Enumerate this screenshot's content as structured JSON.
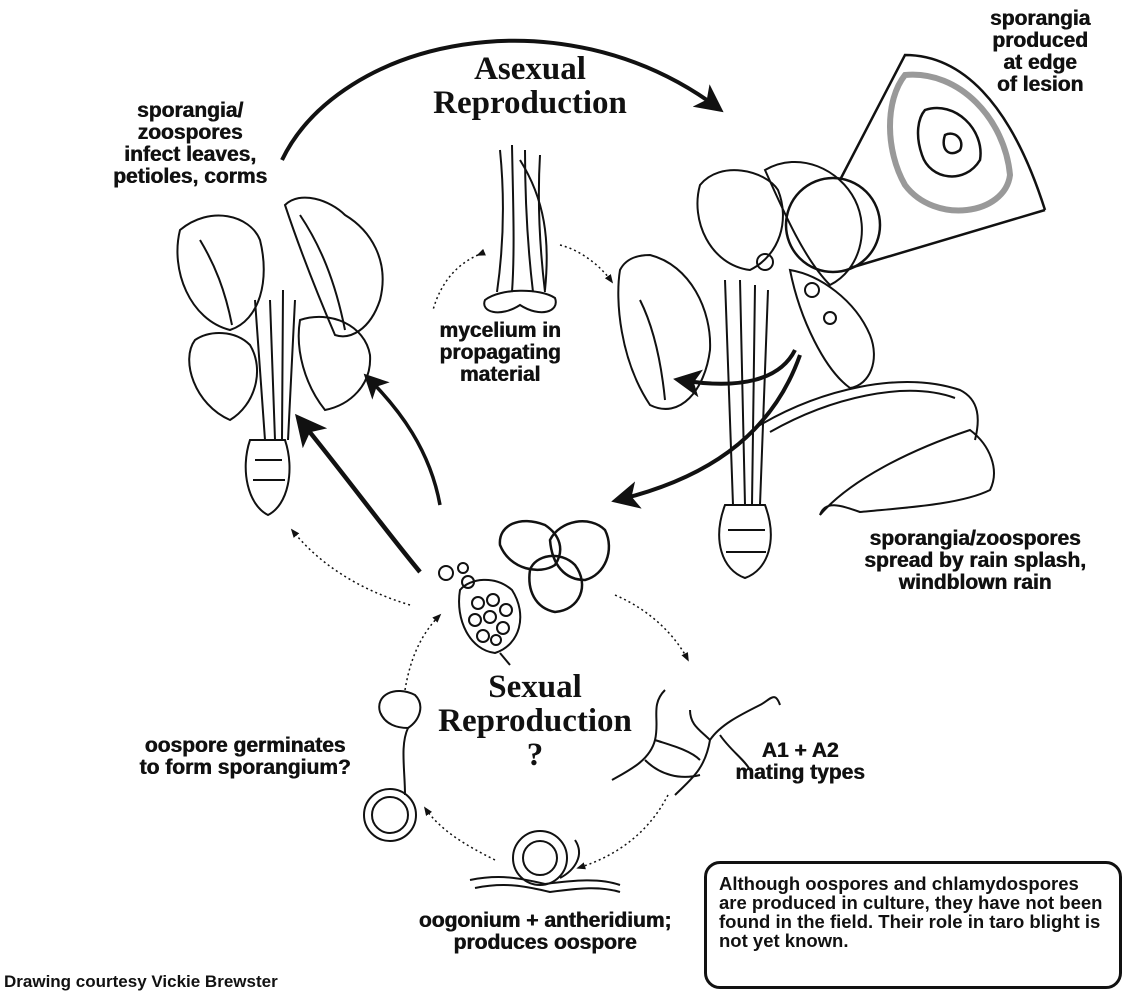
{
  "titles": {
    "asexual": [
      "Asexual",
      "Reproduction"
    ],
    "sexual": [
      "Sexual",
      "Reproduction",
      "?"
    ]
  },
  "labels": {
    "infect": [
      "sporangia/",
      "zoospores",
      "infect leaves,",
      "petioles, corms"
    ],
    "lesion": [
      "sporangia",
      "produced",
      "at edge",
      "of lesion"
    ],
    "mycelium": [
      "mycelium in",
      "propagating",
      "material"
    ],
    "spread": [
      "sporangia/zoospores",
      "spread by rain splash,",
      "windblown rain"
    ],
    "germinate": [
      "oospore germinates",
      "to form sporangium?"
    ],
    "mating": [
      "A1 + A2",
      "mating types"
    ],
    "oogonium": [
      "oogonium + antheridium;",
      "produces oospore"
    ]
  },
  "note": "Although oospores and chlamydospores are produced in culture, they have not been found in the field. Their role in taro blight is not yet known.",
  "credit": "Drawing courtesy Vickie Brewster"
}
